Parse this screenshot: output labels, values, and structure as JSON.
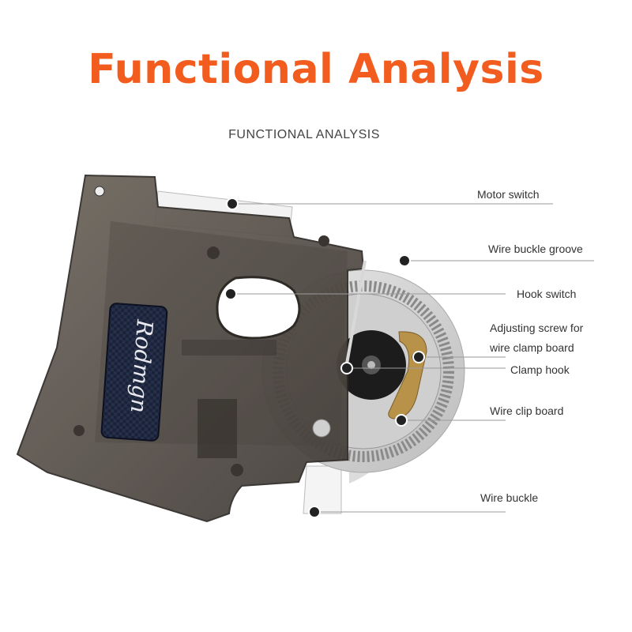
{
  "title": "Functional Analysis",
  "subtitle": "FUNCTIONAL ANALYSIS",
  "product_brand": "Rodmgn",
  "colors": {
    "title": "#f25c1e",
    "line": "#9a9a9a",
    "dot": "#222222"
  },
  "callouts": [
    {
      "key": "motor_switch",
      "label": "Motor switch"
    },
    {
      "key": "wire_buckle_groove",
      "label": "Wire buckle groove"
    },
    {
      "key": "hook_switch",
      "label": "Hook switch"
    },
    {
      "key": "adjusting_screw",
      "label_line1": "Adjusting screw for",
      "label_line2": "wire clamp board"
    },
    {
      "key": "clamp_hook",
      "label": "Clamp hook"
    },
    {
      "key": "wire_clip_board",
      "label": "Wire clip board"
    },
    {
      "key": "wire_buckle",
      "label": "Wire buckle"
    }
  ]
}
